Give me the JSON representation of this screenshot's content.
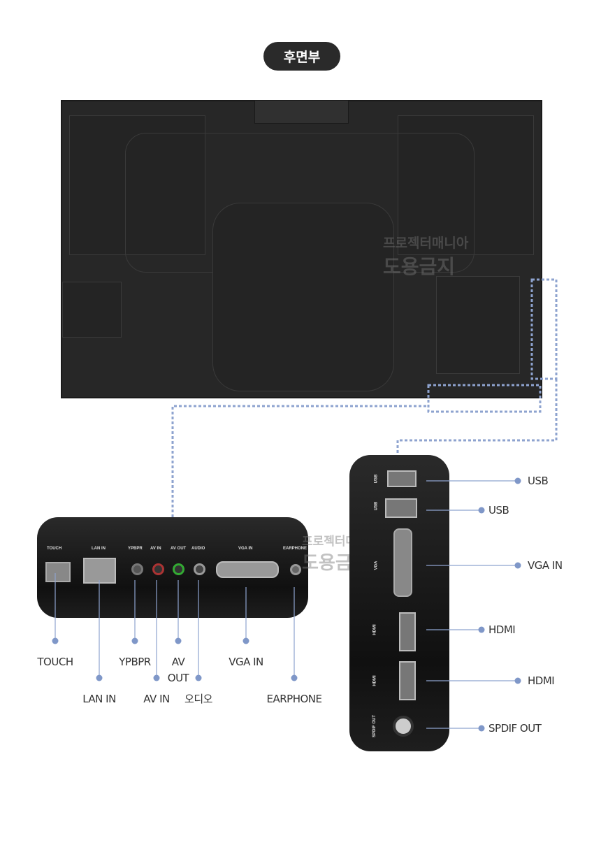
{
  "title": "후면부",
  "watermark": {
    "line1": "프로젝터매니아",
    "line2": "도용금지"
  },
  "left_panel": {
    "port_labels": [
      "TOUCH",
      "LAN IN",
      "YPBPR",
      "AV IN",
      "AV OUT",
      "AUDIO",
      "VGA IN",
      "EARPHONE"
    ],
    "callouts": [
      {
        "id": "touch",
        "label": "TOUCH"
      },
      {
        "id": "lan-in",
        "label": "LAN IN"
      },
      {
        "id": "ypbpr",
        "label": "YPBPR"
      },
      {
        "id": "av-in",
        "label": "AV IN"
      },
      {
        "id": "av-out",
        "label": "AV OUT"
      },
      {
        "id": "audio",
        "label": "오디오"
      },
      {
        "id": "vga-in",
        "label": "VGA IN"
      },
      {
        "id": "earphone",
        "label": "EARPHONE"
      }
    ]
  },
  "right_panel": {
    "port_labels": [
      "USB",
      "USB",
      "VGA",
      "HDMI",
      "HDMI",
      "SPDIF OUT"
    ],
    "callouts": [
      {
        "id": "usb-1",
        "label": "USB"
      },
      {
        "id": "usb-2",
        "label": "USB"
      },
      {
        "id": "vga-in",
        "label": "VGA IN"
      },
      {
        "id": "hdmi-1",
        "label": "HDMI"
      },
      {
        "id": "hdmi-2",
        "label": "HDMI"
      },
      {
        "id": "spdif-out",
        "label": "SPDIF OUT"
      }
    ]
  },
  "colors": {
    "accent": "#8ea3cf",
    "panel": "#1a1a1a",
    "pill": "#2a2a2a"
  }
}
